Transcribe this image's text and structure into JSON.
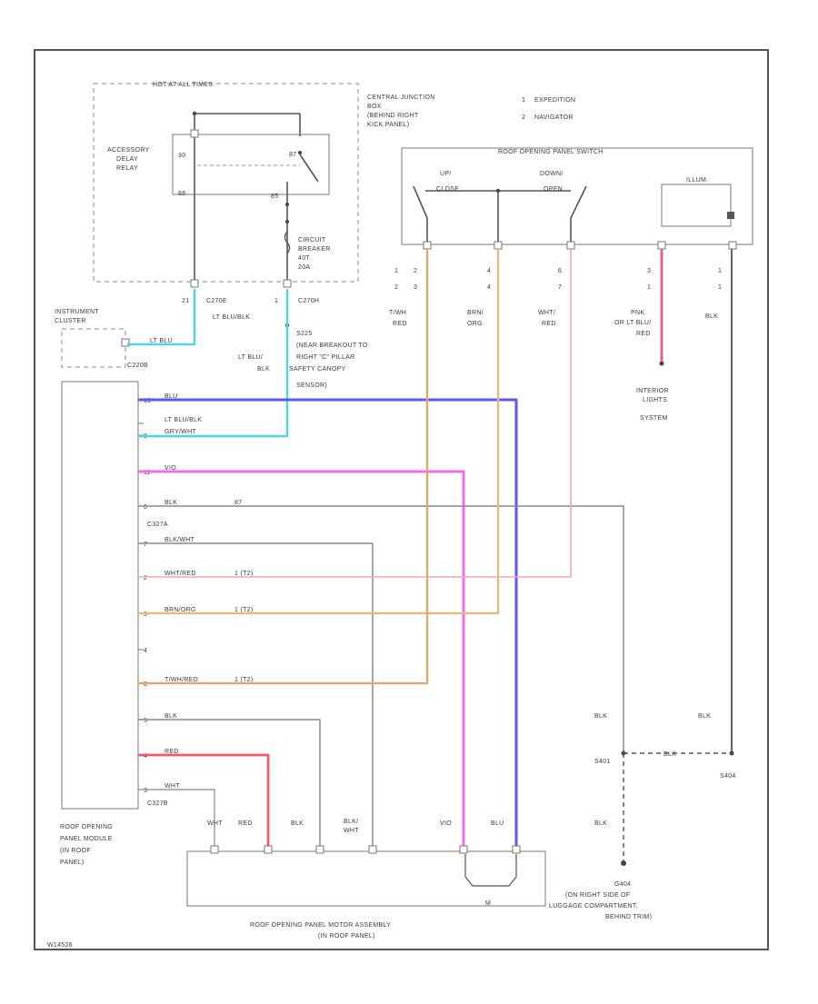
{
  "central_junction_box": {
    "hot_label": "HOT AT ALL TIMES",
    "title_lines": [
      "CENTRAL JUNCTION",
      "BOX",
      "(BEHIND RIGHT",
      "KICK PANEL)"
    ],
    "relay_label_lines": [
      "ACCESSORY",
      "DELAY",
      "RELAY"
    ],
    "relay_pins": [
      "30",
      "87",
      "86",
      "85"
    ],
    "breaker_label_lines": [
      "CIRCUIT",
      "BREAKER",
      "40T",
      "20A"
    ],
    "connector_1": {
      "pin": "21",
      "id": "C270E"
    },
    "connector_2": {
      "pin": "1",
      "id": "C270H"
    }
  },
  "legend": [
    {
      "num": "1",
      "text": "EXPEDITION"
    },
    {
      "num": "2",
      "text": "NAVIGATOR"
    }
  ],
  "switch": {
    "title": "ROOF OPENING PANEL SWITCH",
    "up_label_lines": [
      "UP/",
      "CLOSE"
    ],
    "down_label_lines": [
      "DOWN/",
      "OPEN"
    ],
    "lamp_label": "ILLUM.",
    "pins": [
      {
        "r1": "1",
        "v1": "2",
        "r2": "2",
        "v2": "3"
      },
      {
        "r1": "",
        "v1": "4",
        "r2": "",
        "v2": "4"
      },
      {
        "r1": "",
        "v1": "6",
        "r2": "",
        "v2": "7"
      },
      {
        "r1": "",
        "v1": "3",
        "r2": "",
        "v2": "1"
      },
      {
        "r1": "",
        "v1": "1",
        "r2": "",
        "v2": "1"
      }
    ],
    "wire_labels": [
      [
        "T/WH",
        "RED"
      ],
      [
        "BRN/",
        "ORG"
      ],
      [
        "WHT/",
        "RED"
      ],
      [
        "PNK",
        "OR LT BLU/",
        "RED"
      ],
      [
        "BLK"
      ]
    ]
  },
  "instrument_cluster": {
    "label_lines": [
      "INSTRUMENT",
      "CLUSTER"
    ],
    "wire": "LT BLU",
    "connector": "C220B"
  },
  "splice_wires": {
    "lt_blu_label": "LT BLU/BLK",
    "lt_blu_wh_lines": [
      "LT BLU/",
      "BLK"
    ],
    "splice_text_lines": [
      "S225",
      "(NEAR BREAKOUT TO",
      "RIGHT \"C\" PILLAR",
      "SAFETY CANOPY",
      "SENSOR)"
    ]
  },
  "interior_lights": {
    "label_lines": [
      "INTERIOR",
      "LIGHTS",
      "SYSTEM"
    ]
  },
  "module": {
    "label_lines": [
      "ROOF OPENING",
      "PANEL MODULE",
      "(IN ROOF",
      "PANEL)"
    ],
    "connector_top": "C327A",
    "connector_bottom": "C327B",
    "rows": [
      {
        "pin": "10",
        "wire": "BLU",
        "extra": ""
      },
      {
        "pin": "",
        "wire": "LT BLU/BLK",
        "extra": ""
      },
      {
        "pin": "9",
        "wire": "GRY/WHT",
        "extra": ""
      },
      {
        "pin": "11",
        "wire": "VIO",
        "extra": ""
      },
      {
        "pin": "6",
        "wire": "BLK",
        "extra": "87"
      },
      {
        "pin": "7",
        "wire": "BLK/WHT",
        "extra": ""
      },
      {
        "pin": "2",
        "wire": "WHT/RED",
        "extra": "1 (T2)"
      },
      {
        "pin": "3",
        "wire": "BRN/ORG",
        "extra": "1 (T2)"
      },
      {
        "pin": "4",
        "wire": "",
        "extra": ""
      },
      {
        "pin": "8",
        "wire": "T/WH/RED",
        "extra": "1 (T2)"
      },
      {
        "pin": "5",
        "wire": "BLK",
        "extra": ""
      },
      {
        "pin": "4",
        "wire": "RED",
        "extra": ""
      },
      {
        "pin": "3",
        "wire": "WHT",
        "extra": ""
      }
    ]
  },
  "motor": {
    "label_lines": [
      "ROOF OPENING PANEL MOTOR ASSEMBLY",
      "(IN ROOF PANEL)"
    ],
    "wire_labels": [
      [
        "WHT"
      ],
      [
        "RED"
      ],
      [
        "BLK"
      ],
      [
        "BLK/",
        "WHT"
      ],
      [
        "VIO"
      ],
      [
        "BLU"
      ]
    ],
    "motor_symbol": "M"
  },
  "grounds": {
    "blk_labels": [
      "BLK",
      "BLK",
      "BLK"
    ],
    "splice_1": "S401",
    "splice_2": "S404",
    "splice_line_label": "BLK",
    "ground_label_lines": [
      "G404",
      "(ON RIGHT SIDE OF",
      "LUGGAGE COMPARTMENT,",
      "BEHIND TRIM)"
    ]
  },
  "diagram_id": "W14526",
  "wire_colors": {
    "lt_blu": "#4fd6e0",
    "blu": "#5a5af2",
    "vio": "#f26af2",
    "wht_red": "#f0aaaa",
    "brn_org": "#e7b878",
    "tan_red": "#f0a060",
    "red": "#f05a6a",
    "pnk": "#f05a7a",
    "gray": "#888888"
  }
}
